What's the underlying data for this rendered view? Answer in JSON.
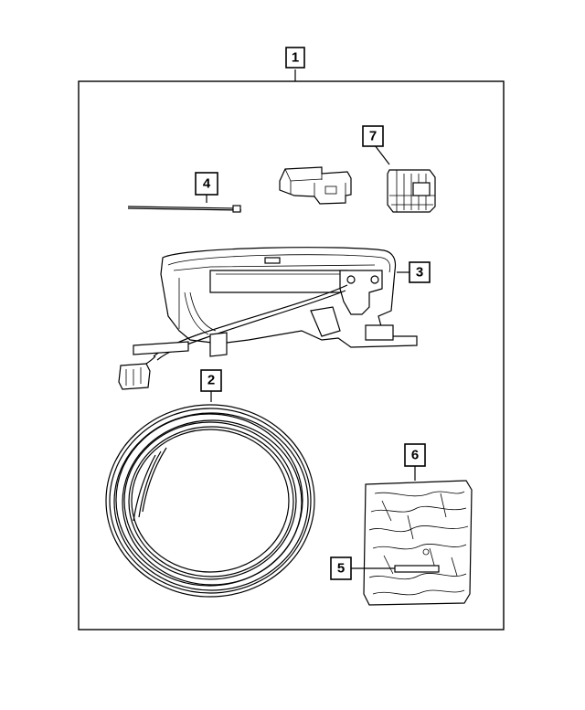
{
  "callouts": [
    {
      "id": "1",
      "label": "1",
      "part": "kit-assembly"
    },
    {
      "id": "2",
      "label": "2",
      "part": "wire-harness-coil"
    },
    {
      "id": "3",
      "label": "3",
      "part": "lamp-assembly"
    },
    {
      "id": "4",
      "label": "4",
      "part": "cable-tie"
    },
    {
      "id": "5",
      "label": "5",
      "part": "label-strip"
    },
    {
      "id": "6",
      "label": "6",
      "part": "parts-bag"
    },
    {
      "id": "7",
      "label": "7",
      "part": "connector"
    }
  ],
  "colors": {
    "line": "#000000",
    "background": "#ffffff"
  }
}
